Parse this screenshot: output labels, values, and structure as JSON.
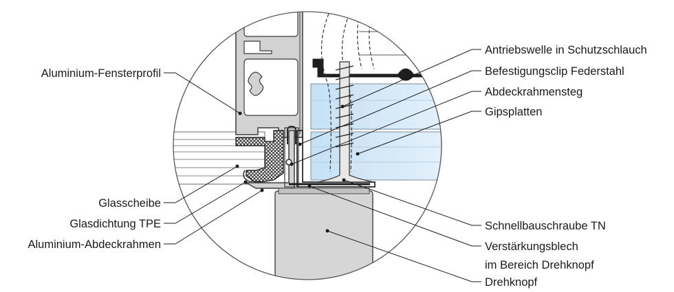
{
  "labels": {
    "fensterprofil": "Aluminium-Fensterprofil",
    "glasscheibe": "Glasscheibe",
    "glasdichtung": "Glasdichtung TPE",
    "abdeckrahmen": "Aluminium-Abdeckrahmen",
    "antriebswelle": "Antriebswelle in Schutzschlauch",
    "befestigungsclip": "Befestigungsclip Federstahl",
    "abdeckrahmensteg": "Abdeckrahmensteg",
    "gipsplatten": "Gipsplatten",
    "schnellbauschraube": "Schnellbauschraube TN",
    "verstaerkungsblech_1": "Verstärkungsblech",
    "verstaerkungsblech_2": "im Bereich Drehknopf",
    "drehknopf": "Drehknopf"
  },
  "colors": {
    "aluminium": "#d2d2d2",
    "aluminium_edge": "#3a3a3a",
    "glass": "#ffffff",
    "plasterboard": "#cfe6f8",
    "knob": "#d6d6d6",
    "seal": "#2a2a2a",
    "line": "#1a1a1a"
  }
}
